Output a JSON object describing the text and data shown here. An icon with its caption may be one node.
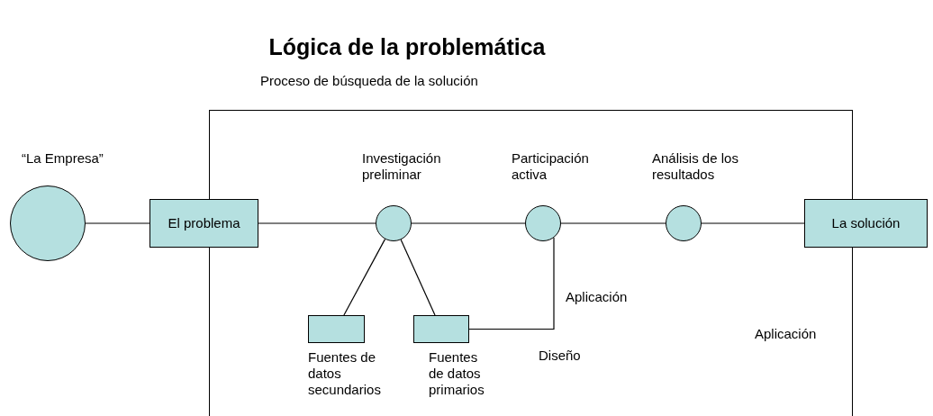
{
  "diagram": {
    "title": "Lógica de la problemática",
    "nodes": [
      {
        "text": [
          "Proceso de búsqueda de la solución"
        ]
      },
      {
        "text": [
          "“La Empresa”"
        ]
      },
      {
        "text": [
          "El problema"
        ]
      },
      {
        "text": [
          "Investigación preliminar"
        ],
        "in": 0
      },
      {
        "text": [
          "Participación activa"
        ],
        "in": 0
      },
      {
        "text": [
          "Análisis de los resultados"
        ],
        "in": 0
      },
      {
        "text": [
          "La solución"
        ]
      },
      {
        "text": [
          "Fuentes de datos secundarios"
        ],
        "in": 0
      },
      {
        "text": [
          "Fuentes de datos primarios"
        ],
        "in": 0
      }
    ],
    "edges": [
      {
        "from": 1,
        "to": 2,
        "arrow": "none"
      },
      {
        "from": 2,
        "to": 3,
        "arrow": "none"
      },
      {
        "from": 3,
        "to": 4,
        "arrow": "none"
      },
      {
        "from": 4,
        "to": 5,
        "arrow": "none"
      },
      {
        "from": 5,
        "to": 6,
        "arrow": "none"
      },
      {
        "from": 3,
        "to": 7,
        "arrow": "none"
      },
      {
        "from": 3,
        "to": 8,
        "arrow": "none"
      },
      {
        "from": 8,
        "to": 4,
        "arrow": "none"
      }
    ],
    "labels": [
      "Aplicación",
      "Diseño",
      "Aplicación"
    ]
  }
}
